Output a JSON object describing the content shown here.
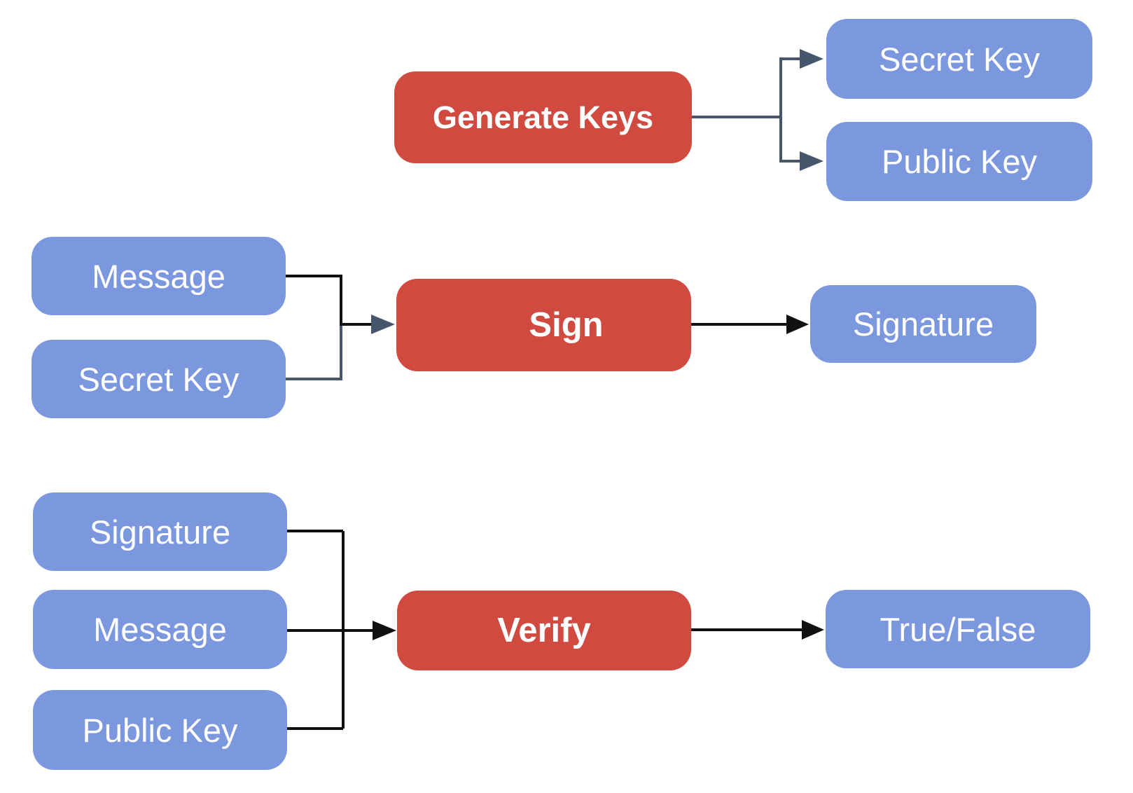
{
  "diagram": {
    "background_color": "#FFFFFF",
    "colors": {
      "process_fill": "#D04A40",
      "data_fill": "#7B97DE",
      "label_text": "#FFFFFF",
      "connector_dark": "#111111",
      "connector_slate": "#46566B"
    },
    "nodes": [
      {
        "id": "generate-keys",
        "label": "Generate Keys",
        "kind": "process"
      },
      {
        "id": "secret-key-out",
        "label": "Secret Key",
        "kind": "data"
      },
      {
        "id": "public-key-out",
        "label": "Public Key",
        "kind": "data"
      },
      {
        "id": "message-sign-in",
        "label": "Message",
        "kind": "data"
      },
      {
        "id": "secret-key-sign-in",
        "label": "Secret Key",
        "kind": "data"
      },
      {
        "id": "sign",
        "label": "Sign",
        "kind": "process"
      },
      {
        "id": "signature-out",
        "label": "Signature",
        "kind": "data"
      },
      {
        "id": "signature-verify-in",
        "label": "Signature",
        "kind": "data"
      },
      {
        "id": "message-verify-in",
        "label": "Message",
        "kind": "data"
      },
      {
        "id": "public-key-verify-in",
        "label": "Public Key",
        "kind": "data"
      },
      {
        "id": "verify",
        "label": "Verify",
        "kind": "process"
      },
      {
        "id": "true-false-out",
        "label": "True/False",
        "kind": "data"
      }
    ],
    "edges": [
      {
        "from": "Generate Keys",
        "to": "Secret Key"
      },
      {
        "from": "Generate Keys",
        "to": "Public Key"
      },
      {
        "from": "Message",
        "to": "Sign"
      },
      {
        "from": "Secret Key",
        "to": "Sign"
      },
      {
        "from": "Sign",
        "to": "Signature"
      },
      {
        "from": "Signature",
        "to": "Verify"
      },
      {
        "from": "Message",
        "to": "Verify"
      },
      {
        "from": "Public Key",
        "to": "Verify"
      },
      {
        "from": "Verify",
        "to": "True/False"
      }
    ]
  }
}
